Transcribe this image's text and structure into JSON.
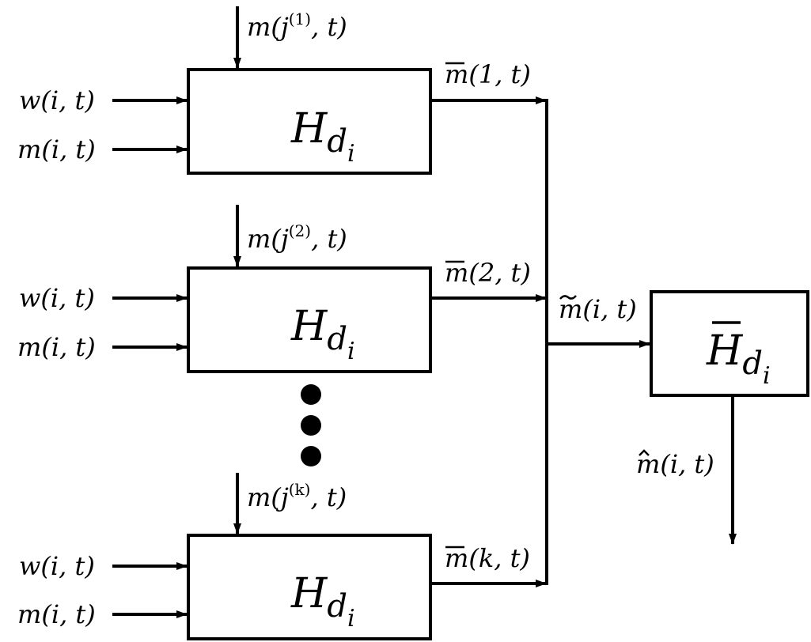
{
  "blocks": [
    {
      "box_base": "H",
      "box_sub": "d",
      "box_subsub": "i",
      "top_in": {
        "pre": "m(",
        "var": "j",
        "sup": "(1)",
        "post": ", t)"
      },
      "in1": "w(i, t)",
      "in2": "m(i, t)",
      "out": "(1, t)",
      "out_base": "m"
    },
    {
      "box_base": "H",
      "box_sub": "d",
      "box_subsub": "i",
      "top_in": {
        "pre": "m(",
        "var": "j",
        "sup": "(2)",
        "post": ", t)"
      },
      "in1": "w(i, t)",
      "in2": "m(i, t)",
      "out": "(2, t)",
      "out_base": "m"
    },
    {
      "box_base": "H",
      "box_sub": "d",
      "box_subsub": "i",
      "top_in": {
        "pre": "m(",
        "var": "j",
        "sup": "(k)",
        "post": ", t)"
      },
      "in1": "w(i, t)",
      "in2": "m(i, t)",
      "out": "(k, t)",
      "out_base": "m"
    }
  ],
  "aggregate": {
    "label_base": "m",
    "label_rest": "(i, t)",
    "box_base": "H",
    "box_sub": "d",
    "box_subsub": "i"
  },
  "output": {
    "label_base": "m",
    "label_rest": "(i, t)"
  }
}
